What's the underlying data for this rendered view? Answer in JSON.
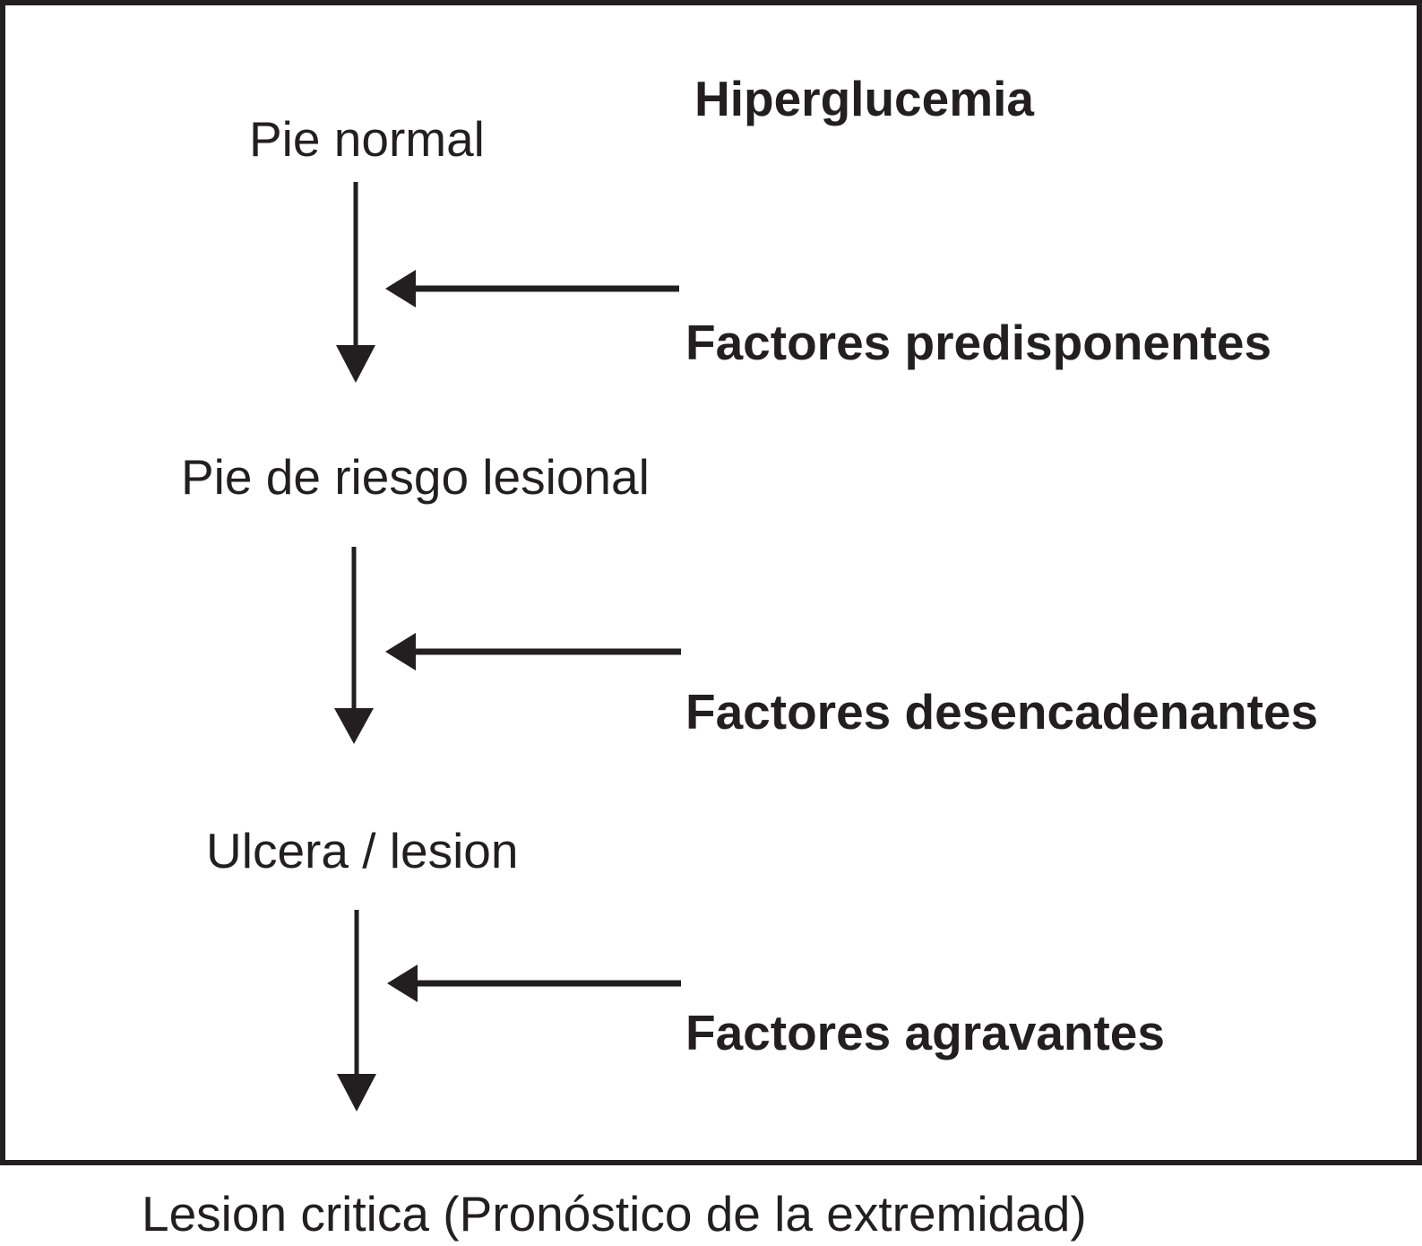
{
  "figure": {
    "title": "Hiperglucemia",
    "stages": [
      {
        "label": "Pie normal"
      },
      {
        "label": "Pie de riesgo lesional"
      },
      {
        "label": "Ulcera / lesion"
      }
    ],
    "factors": [
      {
        "label": "Factores predisponentes"
      },
      {
        "label": "Factores desencadenantes"
      },
      {
        "label": "Factores agravantes"
      }
    ],
    "outcome": "Lesion critica (Pronóstico de la extremidad)",
    "colors": {
      "ink": "#231f20",
      "background": "#ffffff"
    }
  }
}
